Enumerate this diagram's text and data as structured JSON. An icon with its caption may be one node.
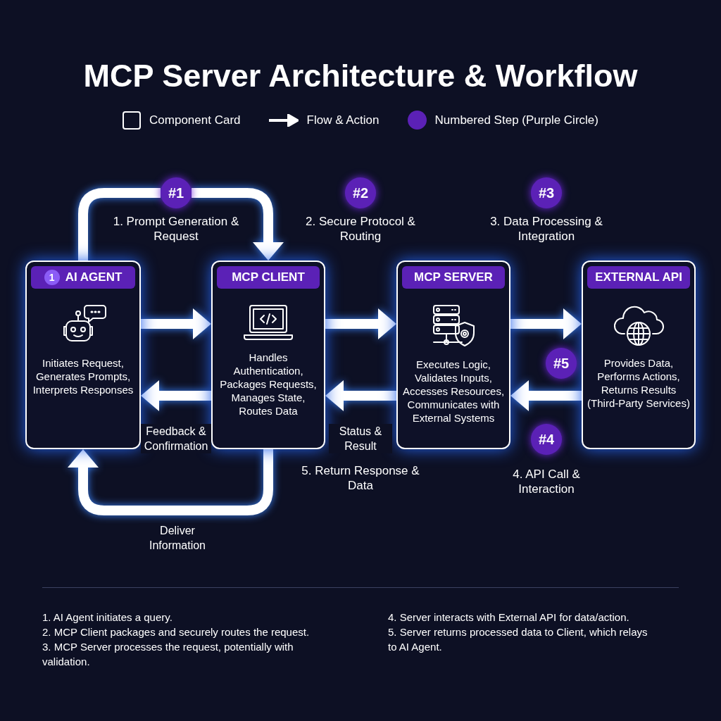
{
  "diagram": {
    "title": "MCP Server Architecture & Workflow",
    "nodes": [
      {
        "text": [
          "#1"
        ],
        "beside": [
          "1. Prompt Generation & Request"
        ]
      },
      {
        "text": [
          "#2"
        ],
        "beside": [
          "2. Secure Protocol & Routing"
        ]
      },
      {
        "text": [
          "#3"
        ],
        "beside": [
          "3. Data Processing & Integration"
        ]
      },
      {
        "text": [
          "AI AGENT",
          "Initiates Request, Generates Prompts, Interprets Responses"
        ]
      },
      {
        "text": [
          "1"
        ],
        "in": 3
      },
      {
        "text": [
          "MCP CLIENT",
          "Handles Authentication, Packages Requests, Manages State, Routes Data"
        ]
      },
      {
        "text": [
          "MCP SERVER",
          "Executes Logic, Validates Inputs, Accesses Resources, Communicates with External Systems"
        ]
      },
      {
        "text": [
          "EXTERNAL API",
          "Provides Data, Performs Actions, Returns Results (Third-Party Services)"
        ]
      },
      {
        "text": [
          "#5"
        ]
      },
      {
        "text": [
          "#4"
        ],
        "beside": [
          "4. API Call & Interaction"
        ]
      }
    ],
    "edges": [
      {
        "from": 3,
        "to": 0,
        "arrow": "none"
      },
      {
        "from": 0,
        "to": 5,
        "arrow": "to"
      },
      {
        "from": 3,
        "to": 5,
        "arrow": "to"
      },
      {
        "from": 5,
        "to": 6,
        "arrow": "to"
      },
      {
        "from": 6,
        "to": 7,
        "arrow": "to"
      },
      {
        "from": 5,
        "to": 3,
        "arrow": "to",
        "label": "Feedback & Confirmation"
      },
      {
        "from": 6,
        "to": 5,
        "arrow": "to",
        "label": "Status & Result"
      },
      {
        "from": 7,
        "to": 6,
        "arrow": "to"
      },
      {
        "from": 5,
        "to": 3,
        "arrow": "to",
        "label": "Deliver Information"
      }
    ],
    "labels": [
      "5. Return Response & Data",
      "1. AI Agent initiates a query.",
      "2. MCP Client packages and securely routes the request.",
      "3. MCP Server processes the request, potentially with validation.",
      "4. Server interacts with External API for data/action.",
      "5. Server returns processed data to Client, which relays to AI Agent."
    ],
    "legend": [
      {
        "text": "Component Card"
      },
      {
        "text": "Flow & Action"
      },
      {
        "text": "Numbered Step (Purple Circle)",
        "color": "#5b21b6"
      }
    ]
  }
}
